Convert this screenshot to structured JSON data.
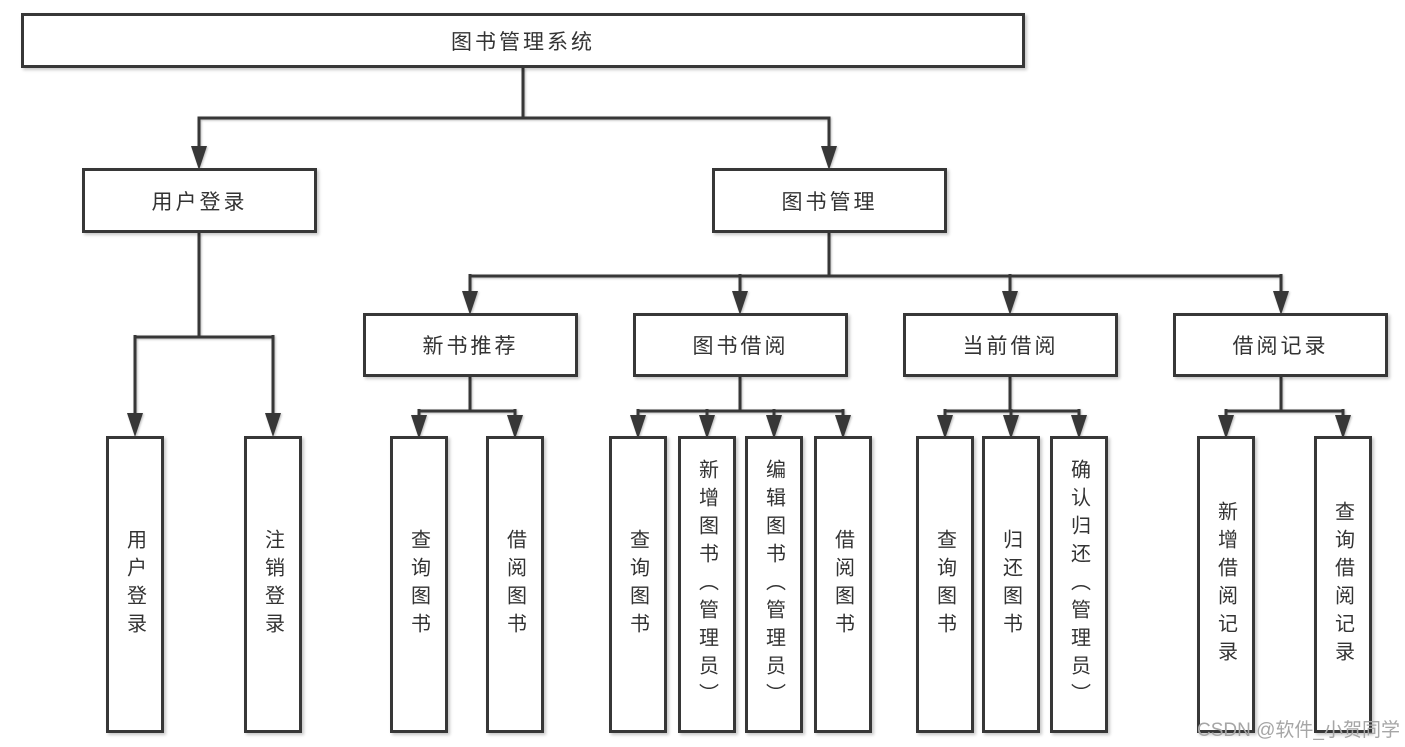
{
  "diagram": {
    "title": "图书管理系统",
    "branches": [
      {
        "label": "用户登录",
        "children": [
          {
            "label": "用户登录"
          },
          {
            "label": "注销登录"
          }
        ]
      },
      {
        "label": "图书管理",
        "children": [
          {
            "label": "新书推荐",
            "children": [
              {
                "label": "查询图书"
              },
              {
                "label": "借阅图书"
              }
            ]
          },
          {
            "label": "图书借阅",
            "children": [
              {
                "label": "查询图书"
              },
              {
                "label": "新增图书（管理员）"
              },
              {
                "label": "编辑图书（管理员）"
              },
              {
                "label": "借阅图书"
              }
            ]
          },
          {
            "label": "当前借阅",
            "children": [
              {
                "label": "查询图书"
              },
              {
                "label": "归还图书"
              },
              {
                "label": "确认归还（管理员）"
              }
            ]
          },
          {
            "label": "借阅记录",
            "children": [
              {
                "label": "新增借阅记录"
              },
              {
                "label": "查询借阅记录"
              }
            ]
          }
        ]
      }
    ]
  },
  "watermark": "CSDN @软件_小贺同学",
  "colors": {
    "line": "#373737",
    "text": "#333333",
    "watermark": "#a6a6a6",
    "background": "#ffffff"
  }
}
